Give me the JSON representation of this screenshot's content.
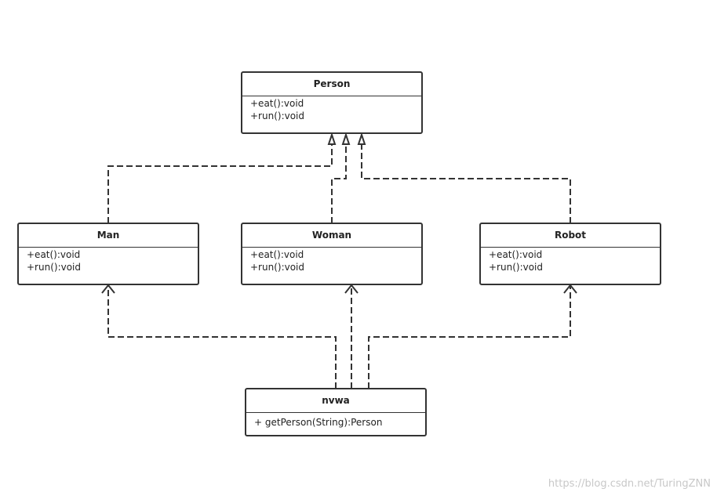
{
  "classes": {
    "person": {
      "name": "Person",
      "methods": [
        "+eat():void",
        "+run():void"
      ]
    },
    "man": {
      "name": "Man",
      "methods": [
        "+eat():void",
        "+run():void"
      ]
    },
    "woman": {
      "name": "Woman",
      "methods": [
        "+eat():void",
        "+run():void"
      ]
    },
    "robot": {
      "name": "Robot",
      "methods": [
        "+eat():void",
        "+run():void"
      ]
    },
    "nvwa": {
      "name": "nvwa",
      "methods": [
        "+ getPerson(String):Person"
      ]
    }
  },
  "relationships": [
    {
      "from": "man",
      "to": "person",
      "type": "realization"
    },
    {
      "from": "woman",
      "to": "person",
      "type": "realization"
    },
    {
      "from": "robot",
      "to": "person",
      "type": "realization"
    },
    {
      "from": "nvwa",
      "to": "man",
      "type": "dependency"
    },
    {
      "from": "nvwa",
      "to": "woman",
      "type": "dependency"
    },
    {
      "from": "nvwa",
      "to": "robot",
      "type": "dependency"
    }
  ],
  "watermark": "https://blog.csdn.net/TuringZNN",
  "colors": {
    "line": "#333333",
    "watermark": "#c8c8c8"
  }
}
